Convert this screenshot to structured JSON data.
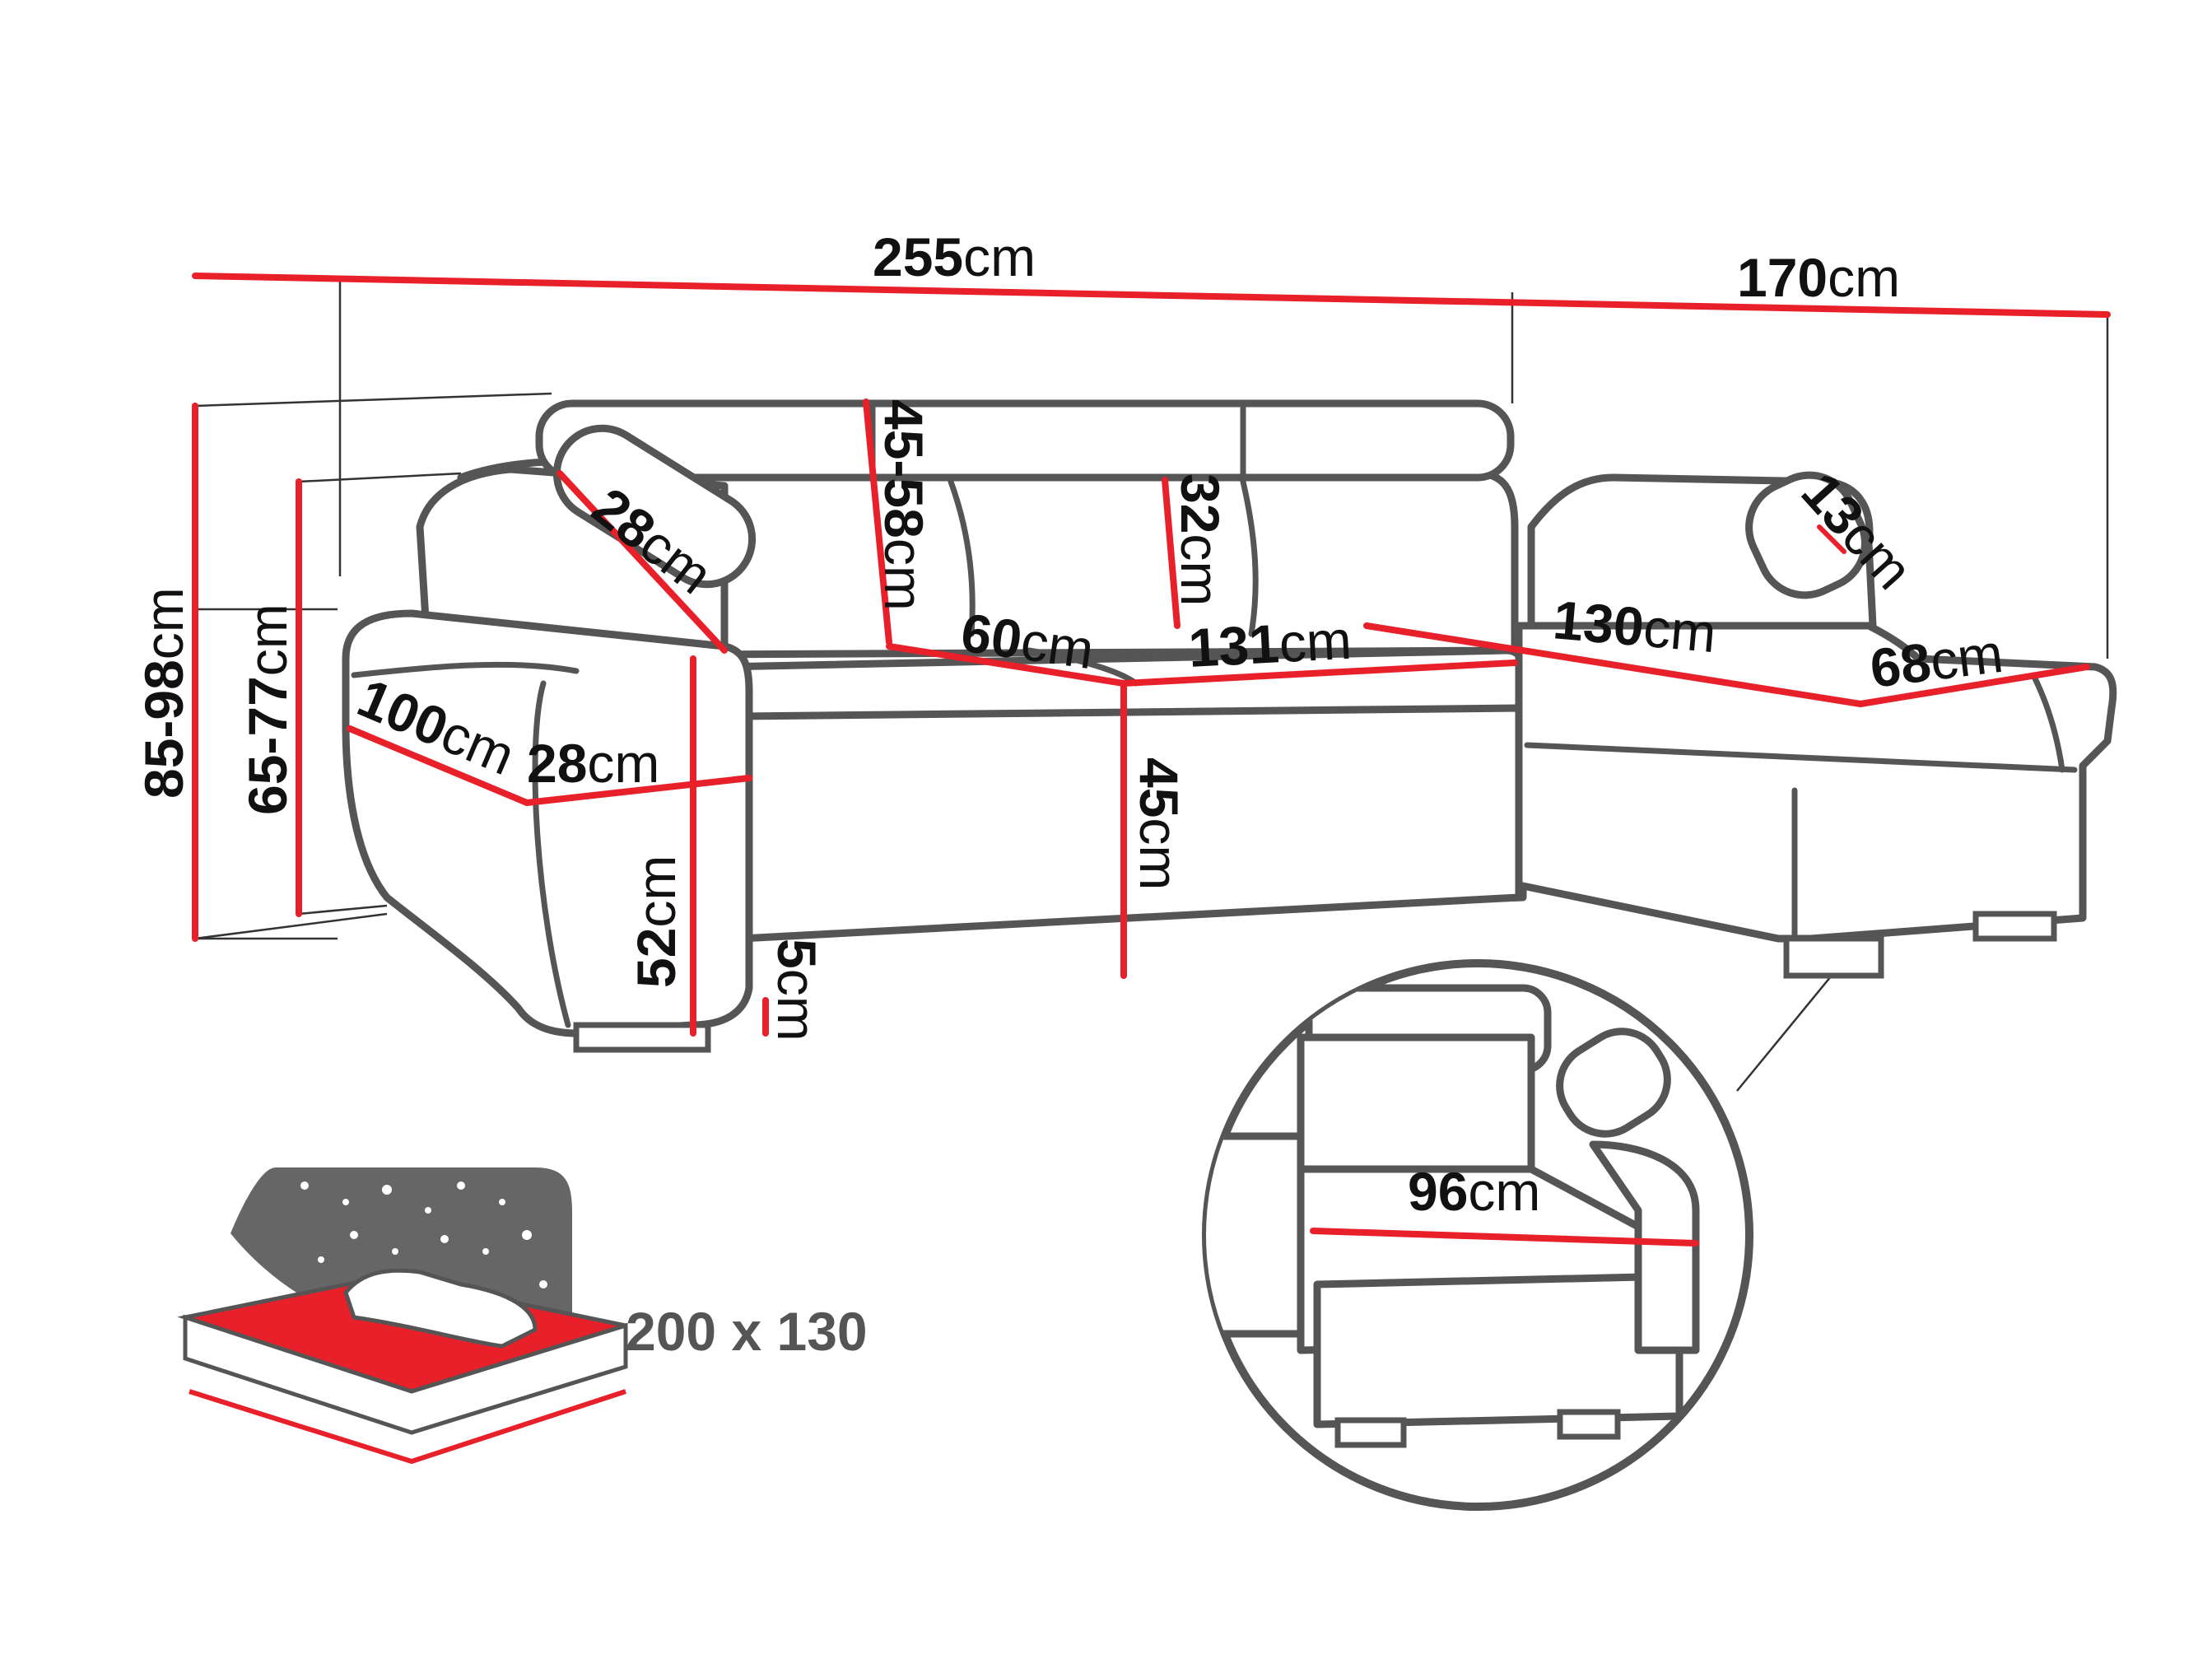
{
  "unit": "cm",
  "dimensions": {
    "total_width": "255",
    "chaise_width": "170",
    "height_with_headrest": "85-98",
    "height_back": "65-77",
    "headrest_range": "45-58",
    "armrest_length": "28",
    "headrest_height": "32",
    "seat_depth": "60",
    "seat_width": "131",
    "chaise_length": "130",
    "chaise_depth": "68",
    "side_depth": "100",
    "arm_width": "28",
    "arm_height": "52",
    "seat_height": "45",
    "leg_height": "5",
    "small_headrest": "13",
    "detail_width": "96"
  },
  "bed_size": "200 x 130",
  "colors": {
    "dimension_line": "#e8202a",
    "outline": "#555555",
    "bed_surface": "#e8202a"
  }
}
